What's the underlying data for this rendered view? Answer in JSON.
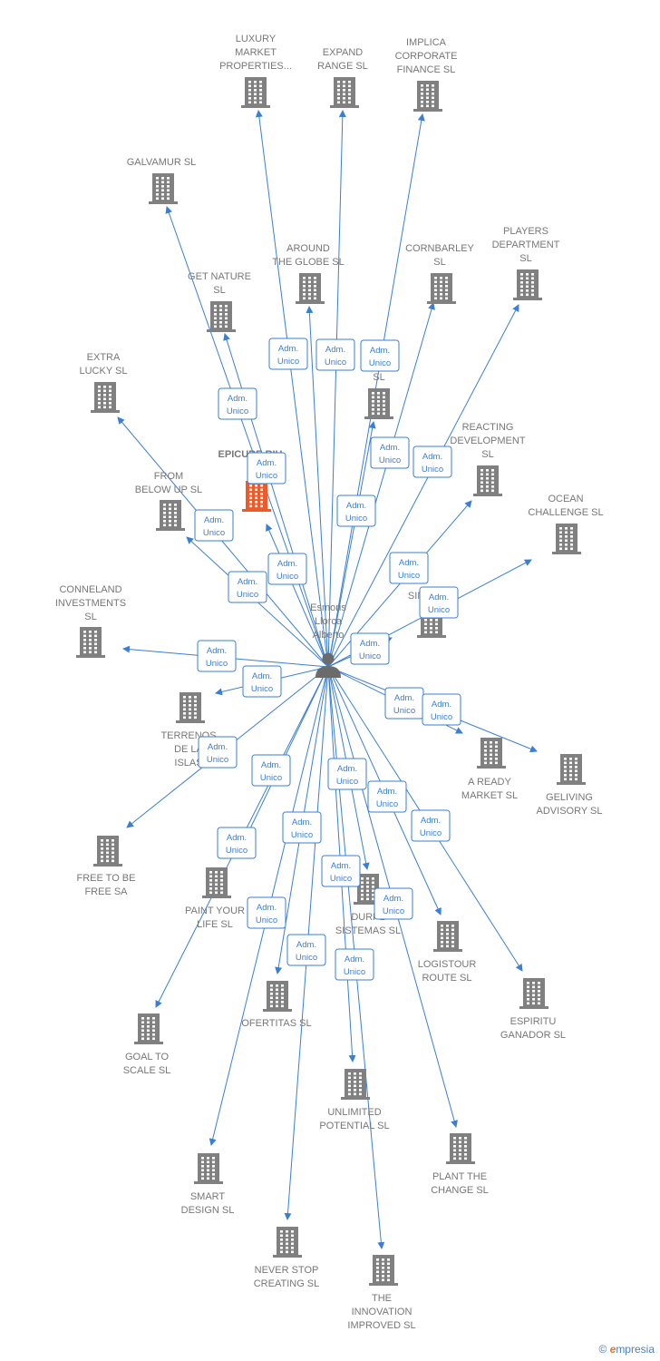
{
  "colors": {
    "edge": "#3a7fd5",
    "building": "#808080",
    "highlight": "#ee5a2a",
    "person": "#6b6b6b"
  },
  "center": {
    "name_lines": [
      "Esmoris",
      "Llorca",
      "Alberto"
    ],
    "icon": "person-icon"
  },
  "badge_lines": [
    "Adm.",
    "Unico"
  ],
  "nodes": [
    {
      "id": "luxury",
      "lines": [
        "LUXURY",
        "MARKET",
        "PROPERTIES..."
      ]
    },
    {
      "id": "expand",
      "lines": [
        "EXPAND",
        "RANGE SL"
      ]
    },
    {
      "id": "implica",
      "lines": [
        "IMPLICA",
        "CORPORATE",
        "FINANCE SL"
      ]
    },
    {
      "id": "galvamur",
      "lines": [
        "GALVAMUR SL"
      ]
    },
    {
      "id": "around",
      "lines": [
        "AROUND",
        "THE GLOBE SL"
      ]
    },
    {
      "id": "cornbarley",
      "lines": [
        "CORNBARLEY",
        "SL"
      ]
    },
    {
      "id": "players",
      "lines": [
        "PLAYERS",
        "DEPARTMENT",
        "SL"
      ]
    },
    {
      "id": "getnature",
      "lines": [
        "GET NATURE",
        "SL"
      ]
    },
    {
      "id": "consulting",
      "lines": [
        "L",
        "C NG",
        "SL"
      ]
    },
    {
      "id": "extralucky",
      "lines": [
        "EXTRA",
        "LUCKY SL"
      ]
    },
    {
      "id": "epicure",
      "lines": [
        "EPICURE  RIU"
      ],
      "highlight": true
    },
    {
      "id": "reacting",
      "lines": [
        "REACTING",
        "DEVELOPMENT",
        "SL"
      ]
    },
    {
      "id": "frombelow",
      "lines": [
        "FROM",
        "BELOW UP SL"
      ]
    },
    {
      "id": "ocean",
      "lines": [
        "OCEAN",
        "CHALLENGE SL"
      ]
    },
    {
      "id": "conneland",
      "lines": [
        "CONNELAND",
        "INVESTMENTS",
        "SL"
      ]
    },
    {
      "id": "since",
      "lines": [
        "SINCE SL"
      ]
    },
    {
      "id": "terrenos",
      "lines": [
        "TERRENOS",
        "DE LA",
        "ISLAS"
      ]
    },
    {
      "id": "aready",
      "lines": [
        "A READY",
        "MARKET SL"
      ]
    },
    {
      "id": "geliving",
      "lines": [
        "GELIVING",
        "ADVISORY SL"
      ]
    },
    {
      "id": "freetobe",
      "lines": [
        "FREE TO BE",
        "FREE SA"
      ]
    },
    {
      "id": "paint",
      "lines": [
        "PAINT YOUR",
        "LIFE SL"
      ]
    },
    {
      "id": "durpl",
      "lines": [
        "DURPL",
        "SISTEMAS SL"
      ]
    },
    {
      "id": "logistour",
      "lines": [
        "LOGISTOUR",
        "ROUTE SL"
      ]
    },
    {
      "id": "espiritu",
      "lines": [
        "ESPIRITU",
        "GANADOR SL"
      ]
    },
    {
      "id": "ofertitas",
      "lines": [
        "OFERTITAS SL"
      ]
    },
    {
      "id": "goal",
      "lines": [
        "GOAL TO",
        "SCALE SL"
      ]
    },
    {
      "id": "unlimited",
      "lines": [
        "UNLIMITED",
        "POTENTIAL SL"
      ]
    },
    {
      "id": "plant",
      "lines": [
        "PLANT THE",
        "CHANGE SL"
      ]
    },
    {
      "id": "smart",
      "lines": [
        "SMART",
        "DESIGN SL"
      ]
    },
    {
      "id": "neverstop",
      "lines": [
        "NEVER STOP",
        "CREATING SL"
      ]
    },
    {
      "id": "innovation",
      "lines": [
        "THE",
        "INNOVATION",
        "IMPROVED SL"
      ]
    }
  ],
  "footer": {
    "copyright": "©",
    "brand_initial": "e",
    "brand_rest": "mpresia"
  }
}
